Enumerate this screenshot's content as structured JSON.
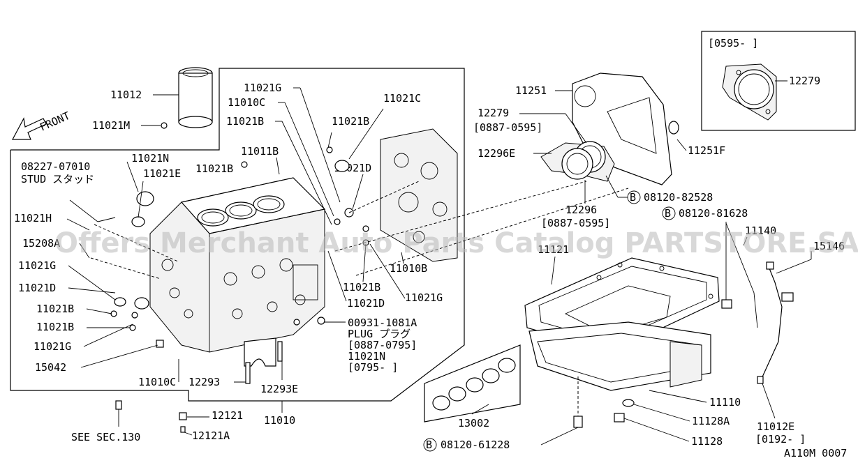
{
  "watermark": "Offers Merchant Auto Parts Catalog PARTSTORE.SA",
  "front_label": "FRONT",
  "inset": {
    "date_range": "[0595-      ]",
    "part": "12279"
  },
  "labels": {
    "p11012": "11012",
    "p11021M": "11021M",
    "p08227_07010": "08227-07010",
    "stud": "STUD スタッド",
    "p11021N_top": "11021N",
    "p11021E": "11021E",
    "p11021B_a": "11021B",
    "p11021H": "11021H",
    "p15208": "15208A",
    "p11021G_left": "11021G",
    "p11021D_left": "11021D",
    "p11021B_left1": "11021B",
    "p11021B_left2": "11021B",
    "p11021G_left2": "11021G",
    "p15042": "15042",
    "p11010C_bottom": "11010C",
    "p12293": "12293",
    "p12293E": "12293E",
    "p11010": "11010",
    "see_sec": "SEE SEC.130",
    "p12121": "12121",
    "p12121A": "12121A",
    "p11021G_top": "11021G",
    "p11010C_top": "11010C",
    "p11021B_top": "11021B",
    "p11021B_mid": "11021B",
    "p11021C": "11021C",
    "p11011B": "11011B",
    "p11021D_mid": "11021D",
    "p11010B": "11010B",
    "p11021B_low": "11021B",
    "p11021D_low": "11021D",
    "p11021G_low": "11021G",
    "p00931": "00931-1081A",
    "plug": "PLUG プラグ",
    "plug_range": "[0887-0795]",
    "p11021N_low": "11021N",
    "n_range": "[0795-      ]",
    "p11251": "11251",
    "p12279": "12279",
    "range_12279": "[0887-0595]",
    "p12296E": "12296E",
    "p11251F": "11251F",
    "bolt_82528": "08120-82528",
    "p12296": "12296",
    "range_12296": "[0887-0595]",
    "bolt_81628": "08120-81628",
    "p11121": "11121",
    "p11140": "11140",
    "p15146": "15146",
    "p11110": "11110",
    "p11128A": "11128A",
    "p11128": "11128",
    "p13002": "13002",
    "bolt_61228": "08120-61228",
    "p11012E": "11012E",
    "range_11012E": "[0192-      ]",
    "figure_code": "A110M 0007"
  },
  "bolt_marker": "B"
}
